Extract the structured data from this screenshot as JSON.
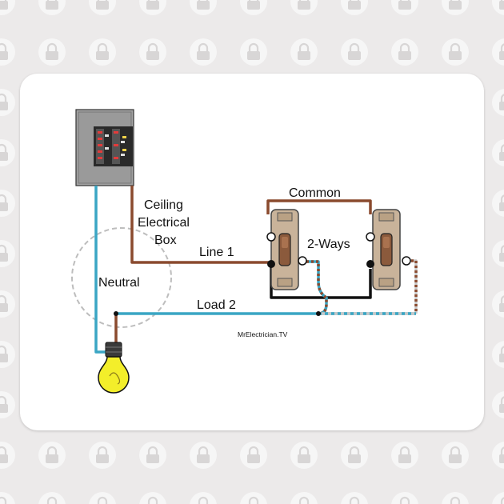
{
  "labels": {
    "ceiling_line1": "Ceiling",
    "ceiling_line2": "Electrical",
    "ceiling_line3": "Box",
    "common": "Common",
    "two_ways": "2-Ways",
    "line1": "Line 1",
    "neutral": "Neutral",
    "load2": "Load 2",
    "credit": "MrElectrician.TV"
  },
  "colors": {
    "hot_wire": "#8a4a2e",
    "neutral_wire": "#3aa6c4",
    "traveler_wire": "#111111",
    "white_wire": "#c8c8c8",
    "panel_face": "#9e9e9e",
    "bulb": "#f3ee2a",
    "switch_body": "#c9b39a",
    "toggle": "#8b5a3c"
  },
  "icons": {
    "panel": "breaker-panel-icon",
    "bulb": "light-bulb-icon",
    "switch_a": "three-way-switch-icon",
    "switch_b": "three-way-switch-icon"
  }
}
